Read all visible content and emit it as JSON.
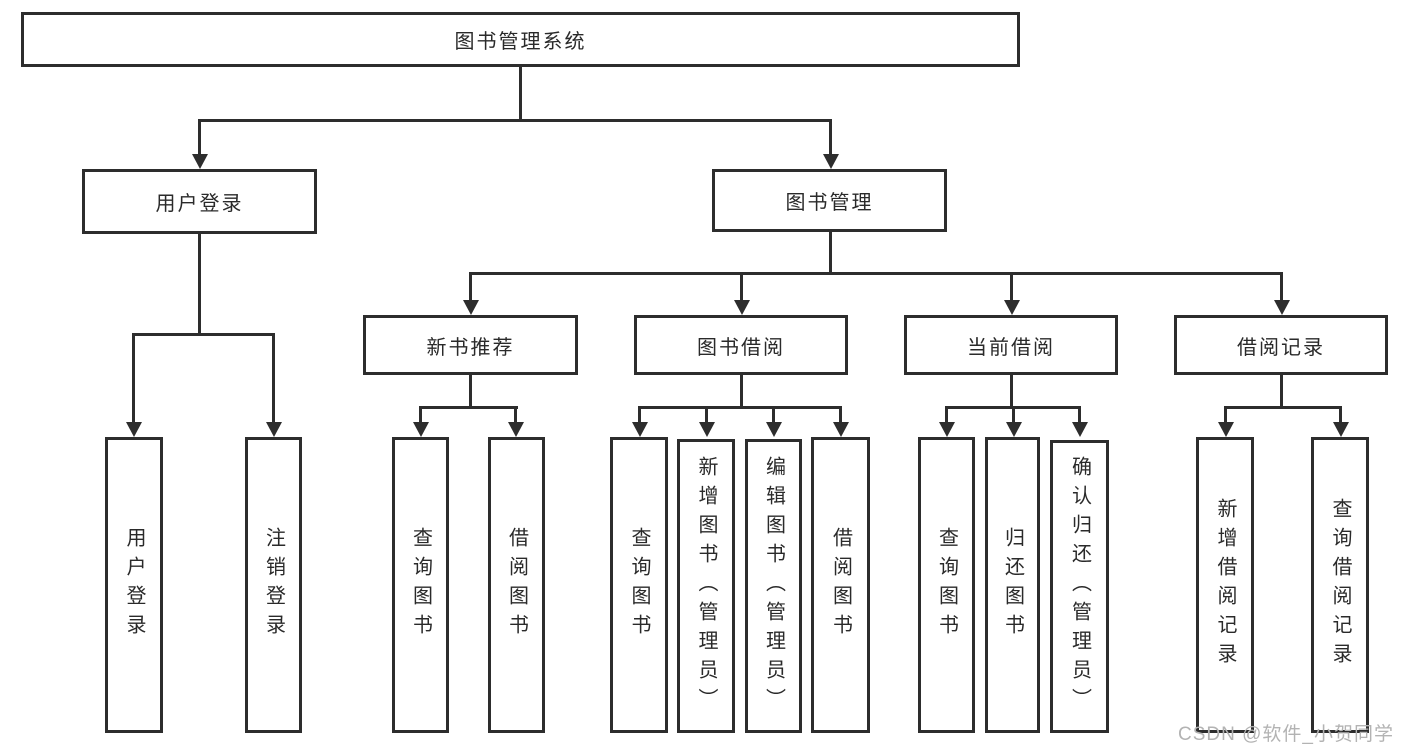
{
  "tree": {
    "label": "图书管理系统",
    "children": [
      {
        "label": "用户登录",
        "children": [
          {
            "label": "用户登录"
          },
          {
            "label": "注销登录"
          }
        ]
      },
      {
        "label": "图书管理",
        "children": [
          {
            "label": "新书推荐",
            "children": [
              {
                "label": "查询图书"
              },
              {
                "label": "借阅图书"
              }
            ]
          },
          {
            "label": "图书借阅",
            "children": [
              {
                "label": "查询图书"
              },
              {
                "label": "新增图书（管理员）"
              },
              {
                "label": "编辑图书（管理员）"
              },
              {
                "label": "借阅图书"
              }
            ]
          },
          {
            "label": "当前借阅",
            "children": [
              {
                "label": "查询图书"
              },
              {
                "label": "归还图书"
              },
              {
                "label": "确认归还（管理员）"
              }
            ]
          },
          {
            "label": "借阅记录",
            "children": [
              {
                "label": "新增借阅记录"
              },
              {
                "label": "查询借阅记录"
              }
            ]
          }
        ]
      }
    ]
  },
  "watermark": "CSDN @软件_小贺同学",
  "colors": {
    "line": "#2d2d2d",
    "text": "#2a2a2a",
    "background": "#ffffff",
    "watermark": "#b3b3b3"
  }
}
